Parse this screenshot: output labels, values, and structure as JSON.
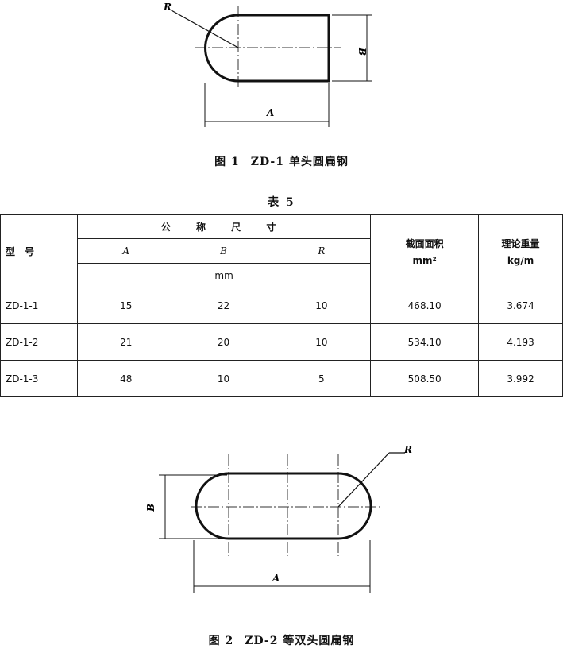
{
  "figure1": {
    "labels": {
      "r": "R",
      "b": "B",
      "a": "A"
    },
    "caption_num": "图 1",
    "caption_text": "ZD-1 单头圆扁钢"
  },
  "table": {
    "title": "表 5",
    "headers": {
      "model": "型　号",
      "nominal": "公 称 尺 寸",
      "a": "A",
      "b": "B",
      "r": "R",
      "unit": "mm",
      "area_title": "截面面积",
      "area_unit": "mm²",
      "weight_title": "理论重量",
      "weight_unit": "kg/m"
    },
    "rows": [
      {
        "model": "ZD-1-1",
        "a": "15",
        "b": "22",
        "r": "10",
        "area": "468.10",
        "weight": "3.674"
      },
      {
        "model": "ZD-1-2",
        "a": "21",
        "b": "20",
        "r": "10",
        "area": "534.10",
        "weight": "4.193"
      },
      {
        "model": "ZD-1-3",
        "a": "48",
        "b": "10",
        "r": "5",
        "area": "508.50",
        "weight": "3.992"
      }
    ]
  },
  "figure2": {
    "labels": {
      "r": "R",
      "b": "B",
      "a": "A"
    },
    "caption_num": "图 2",
    "caption_text": "ZD-2 等双头圆扁钢"
  }
}
